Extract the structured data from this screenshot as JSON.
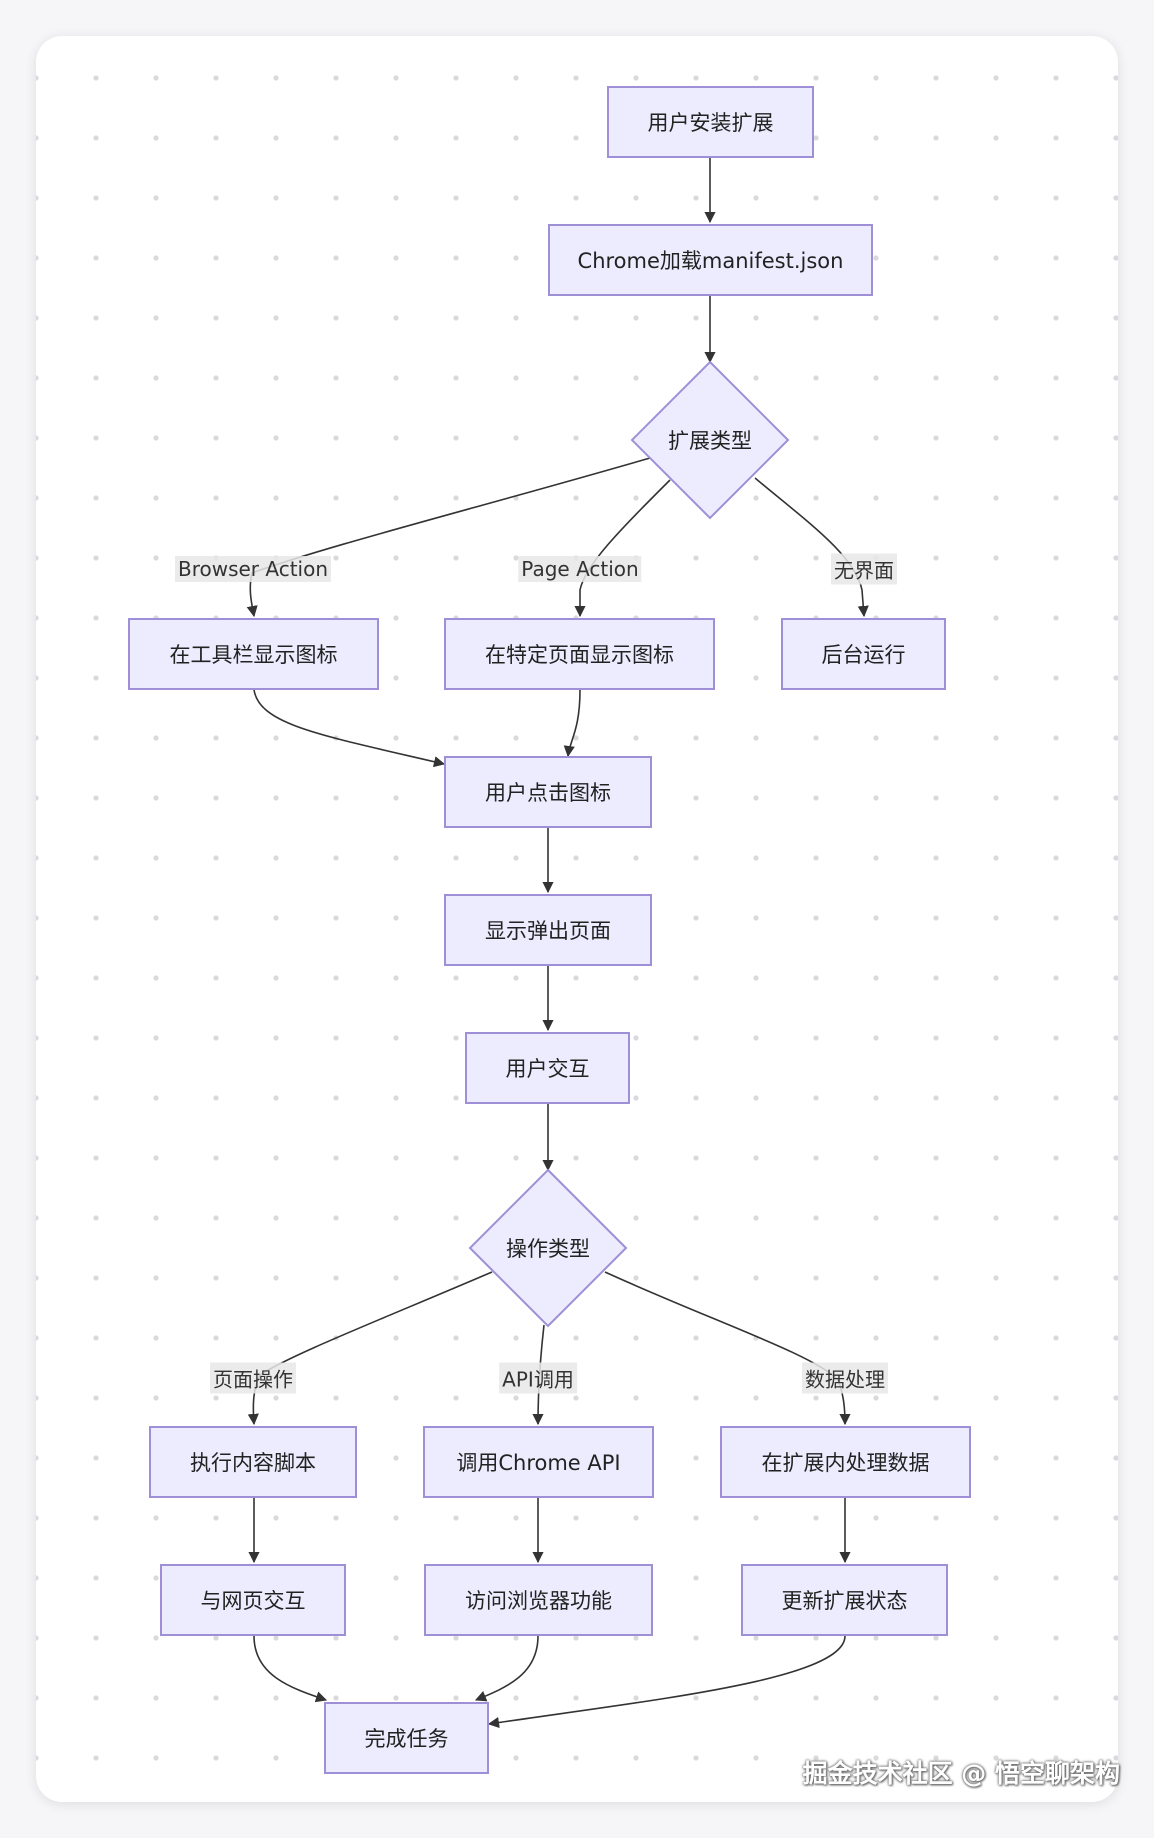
{
  "nodes": {
    "install": "用户安装扩展",
    "load_manifest": "Chrome加载manifest.json",
    "ext_type": "扩展类型",
    "toolbar_icon": "在工具栏显示图标",
    "page_icon": "在特定页面显示图标",
    "background": "后台运行",
    "click_icon": "用户点击图标",
    "show_popup": "显示弹出页面",
    "interact": "用户交互",
    "op_type": "操作类型",
    "content_script": "执行内容脚本",
    "call_api": "调用Chrome API",
    "process_data": "在扩展内处理数据",
    "web_interact": "与网页交互",
    "browser_func": "访问浏览器功能",
    "update_state": "更新扩展状态",
    "done": "完成任务"
  },
  "edge_labels": {
    "browser_action": "Browser Action",
    "page_action": "Page Action",
    "no_ui": "无界面",
    "page_op": "页面操作",
    "api_call": "API调用",
    "data_proc": "数据处理"
  },
  "watermark": "掘金技术社区 @ 悟空聊架构",
  "colors": {
    "node_fill": "#ececfe",
    "node_stroke": "#9e8fd6",
    "edge": "#333333",
    "edge_label_bg": "#e8e8e8"
  }
}
